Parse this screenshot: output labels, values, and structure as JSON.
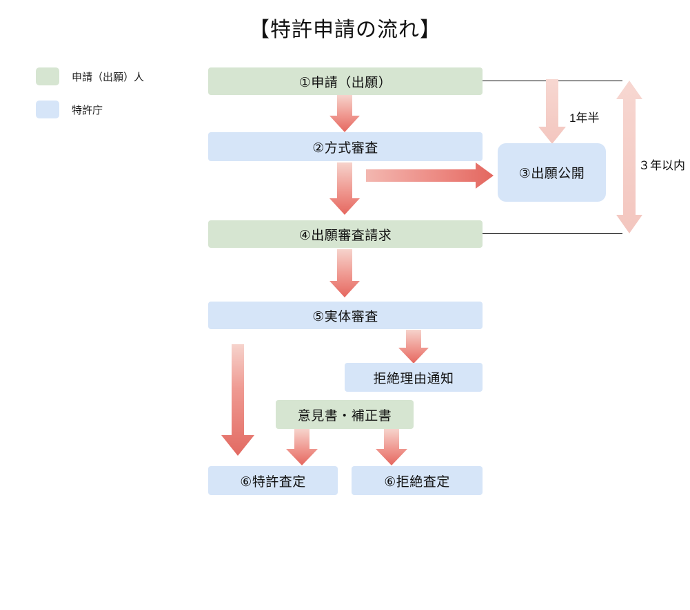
{
  "title": "【特許申請の流れ】",
  "legend": {
    "items": [
      {
        "label": "申請（出願）人",
        "color": "#d6e5d1",
        "role": "applicant"
      },
      {
        "label": "特許庁",
        "color": "#d6e5f8",
        "role": "patent-office"
      }
    ]
  },
  "colors": {
    "applicant_green": "#d6e5d1",
    "office_blue": "#d6e5f8",
    "arrow_salmon": "#e8736b",
    "arrow_pink_light": "#f7d4cd",
    "line_black": "#000000",
    "text": "#111111"
  },
  "nodes": [
    {
      "id": "n1",
      "label": "①申請（出願）",
      "color_role": "applicant"
    },
    {
      "id": "n2",
      "label": "②方式審査",
      "color_role": "patent-office"
    },
    {
      "id": "n3",
      "label": "③出願公開",
      "color_role": "patent-office"
    },
    {
      "id": "n4",
      "label": "④出願審査請求",
      "color_role": "applicant"
    },
    {
      "id": "n5",
      "label": "⑤実体審査",
      "color_role": "patent-office"
    },
    {
      "id": "n6",
      "label": "拒絶理由通知",
      "color_role": "patent-office"
    },
    {
      "id": "n7",
      "label": "意見書・補正書",
      "color_role": "applicant"
    },
    {
      "id": "n8",
      "label": "⑥特許査定",
      "color_role": "patent-office"
    },
    {
      "id": "n9",
      "label": "⑥拒絶査定",
      "color_role": "patent-office"
    }
  ],
  "annotations": [
    {
      "id": "a1",
      "label": "1年半",
      "meaning": "18 months from filing to publication"
    },
    {
      "id": "a2",
      "label": "３年以内",
      "meaning": "within 3 years from filing to examination request"
    }
  ],
  "chart_data": {
    "type": "diagram",
    "title": "【特許申請の流れ】",
    "nodes": [
      {
        "id": "n1",
        "label": "①申請（出願）",
        "actor": "申請（出願）人",
        "step": 1
      },
      {
        "id": "n2",
        "label": "②方式審査",
        "actor": "特許庁",
        "step": 2
      },
      {
        "id": "n3",
        "label": "③出願公開",
        "actor": "特許庁",
        "step": 3
      },
      {
        "id": "n4",
        "label": "④出願審査請求",
        "actor": "申請（出願）人",
        "step": 4
      },
      {
        "id": "n5",
        "label": "⑤実体審査",
        "actor": "特許庁",
        "step": 5
      },
      {
        "id": "n6",
        "label": "拒絶理由通知",
        "actor": "特許庁",
        "step": null
      },
      {
        "id": "n7",
        "label": "意見書・補正書",
        "actor": "申請（出願）人",
        "step": null
      },
      {
        "id": "n8",
        "label": "⑥特許査定",
        "actor": "特許庁",
        "step": 6
      },
      {
        "id": "n9",
        "label": "⑥拒絶査定",
        "actor": "特許庁",
        "step": 6
      }
    ],
    "edges": [
      {
        "from": "n1",
        "to": "n2",
        "label": ""
      },
      {
        "from": "n2",
        "to": "n3",
        "label": ""
      },
      {
        "from": "n2",
        "to": "n4",
        "label": ""
      },
      {
        "from": "n4",
        "to": "n5",
        "label": ""
      },
      {
        "from": "n5",
        "to": "n6",
        "label": ""
      },
      {
        "from": "n5",
        "to": "n8",
        "label": ""
      },
      {
        "from": "n7",
        "to": "n8",
        "label": ""
      },
      {
        "from": "n7",
        "to": "n9",
        "label": ""
      }
    ],
    "timeline_annotations": [
      {
        "label": "1年半",
        "from": "①申請（出願）",
        "to": "③出願公開"
      },
      {
        "label": "３年以内",
        "from": "①申請（出願）",
        "to": "④出願審査請求"
      }
    ],
    "legend": [
      {
        "label": "申請（出願）人",
        "color": "#d6e5d1"
      },
      {
        "label": "特許庁",
        "color": "#d6e5f8"
      }
    ]
  }
}
